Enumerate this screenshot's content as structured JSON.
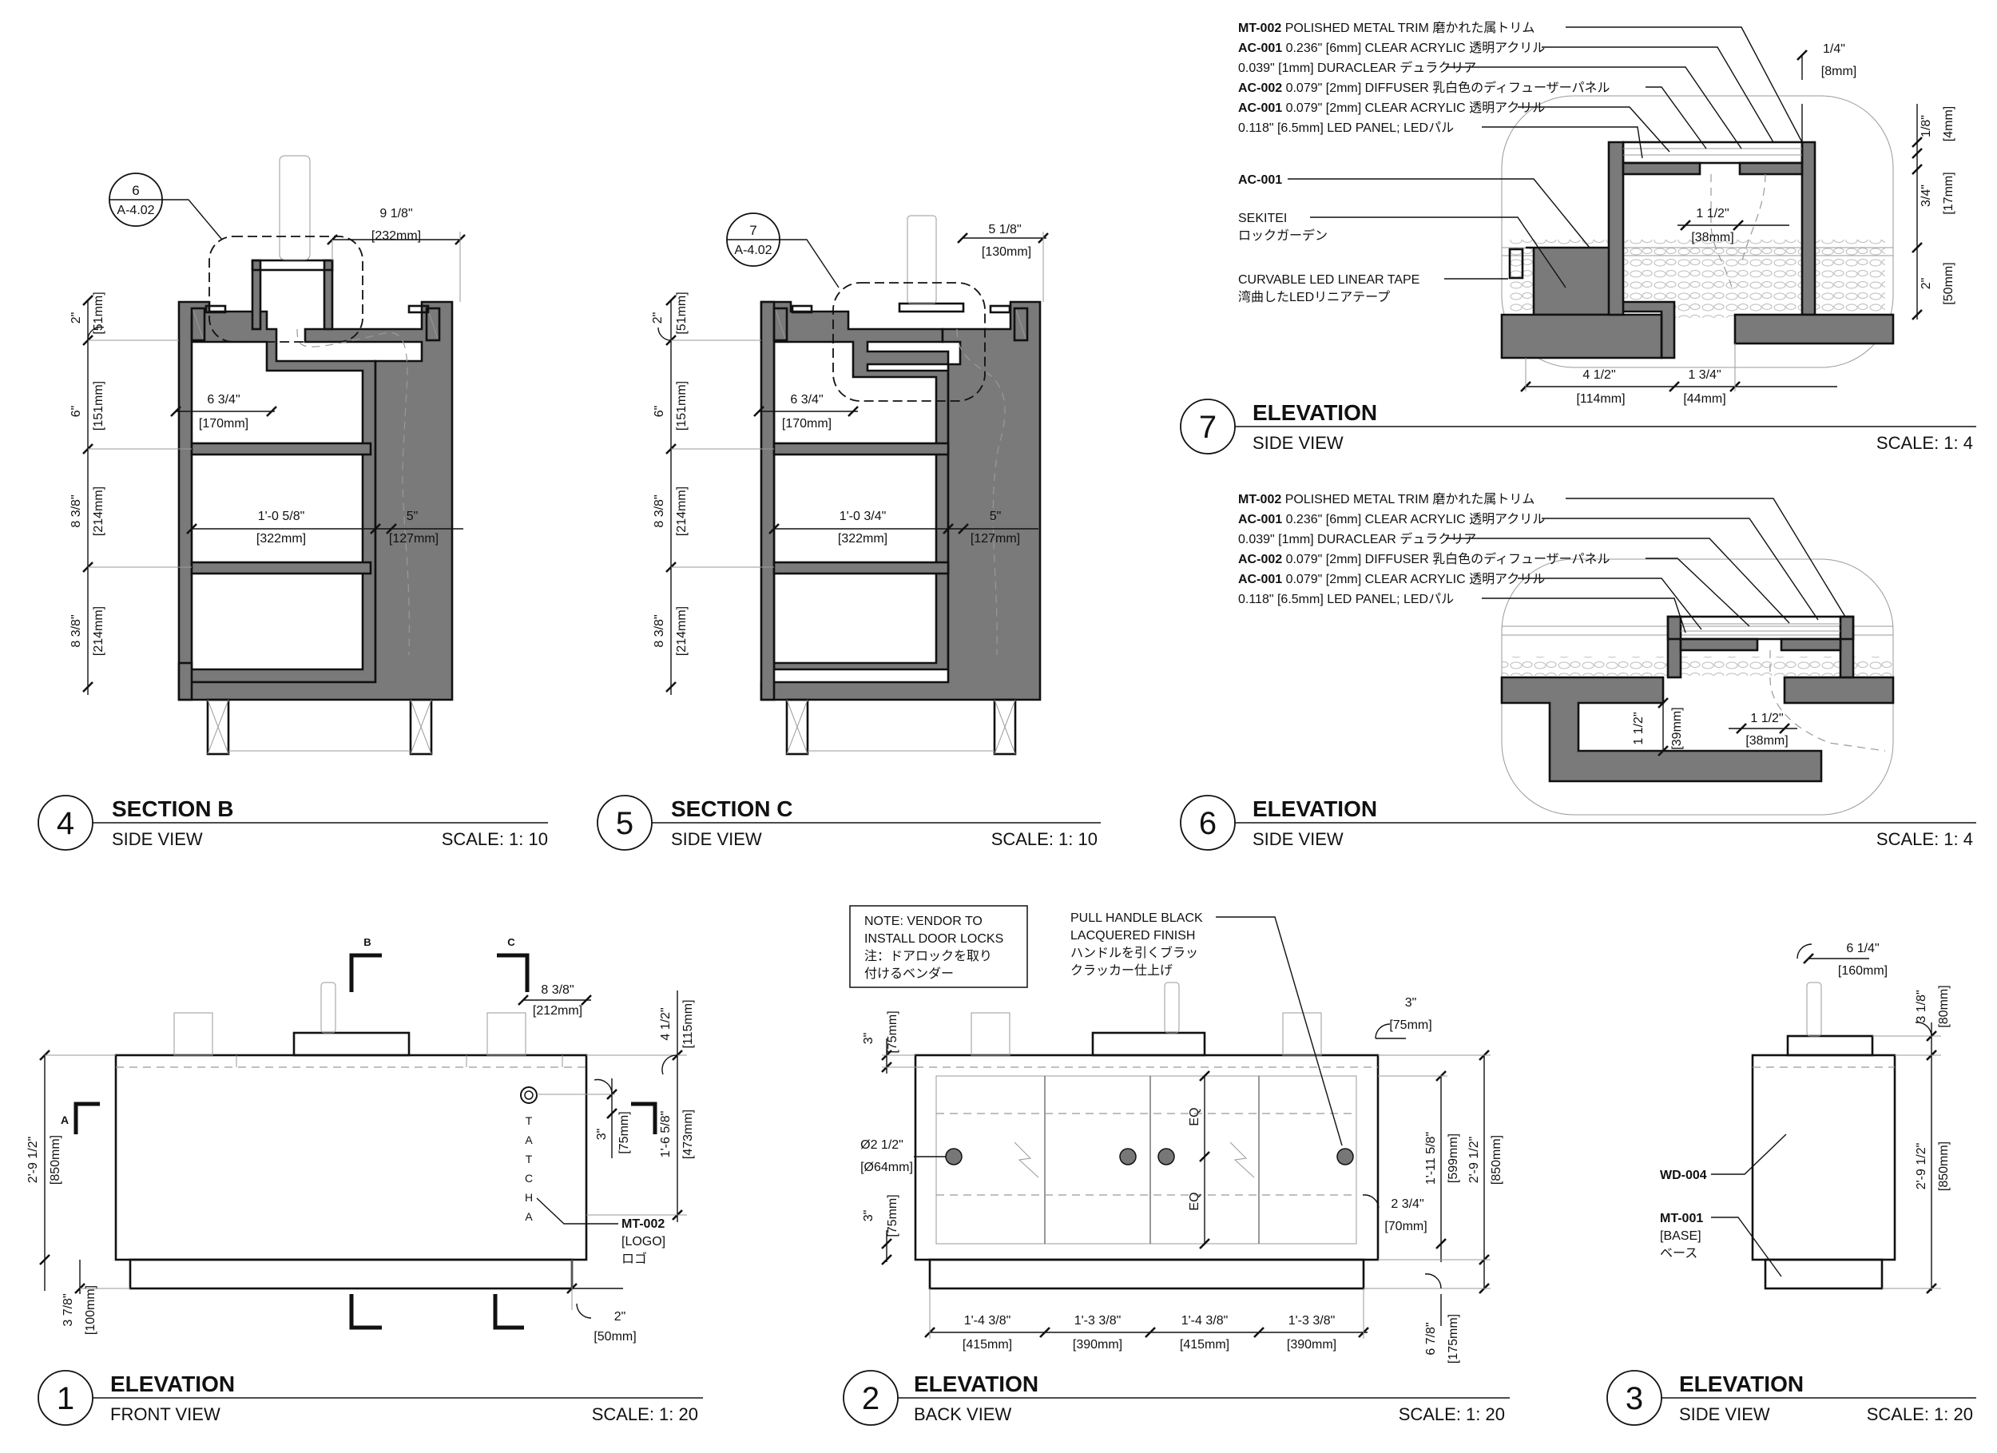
{
  "views": {
    "v1": {
      "number": "1",
      "title": "ELEVATION",
      "subtitle": "FRONT VIEW",
      "scale": "SCALE: 1: 20"
    },
    "v2": {
      "number": "2",
      "title": "ELEVATION",
      "subtitle": "BACK VIEW",
      "scale": "SCALE: 1: 20"
    },
    "v3": {
      "number": "3",
      "title": "ELEVATION",
      "subtitle": "SIDE VIEW",
      "scale": "SCALE: 1: 20"
    },
    "v4": {
      "number": "4",
      "title": "SECTION B",
      "subtitle": "SIDE VIEW",
      "scale": "SCALE: 1: 10"
    },
    "v5": {
      "number": "5",
      "title": "SECTION C",
      "subtitle": "SIDE VIEW",
      "scale": "SCALE: 1: 10"
    },
    "v6": {
      "number": "6",
      "title": "ELEVATION",
      "subtitle": "SIDE VIEW",
      "scale": "SCALE: 1: 4"
    },
    "v7": {
      "number": "7",
      "title": "ELEVATION",
      "subtitle": "SIDE VIEW",
      "scale": "SCALE: 1: 4"
    }
  },
  "callouts": {
    "c6": {
      "num": "6",
      "sheet": "A-4.02"
    },
    "c7": {
      "num": "7",
      "sheet": "A-4.02"
    }
  },
  "section_marks": {
    "a": "A",
    "b": "B",
    "c": "C"
  },
  "logo_letters": [
    "T",
    "A",
    "T",
    "C",
    "H",
    "A"
  ],
  "dims": {
    "s4_top_w": "9 1/8\"",
    "s4_top_w_mm": "[232mm]",
    "s4_h1": "2\"",
    "s4_h1_mm": "[51mm]",
    "s4_h2": "6\"",
    "s4_h2_mm": "[151mm]",
    "s4_h3": "8 3/8\"",
    "s4_h3_mm": "[214mm]",
    "s4_h4": "8 3/8\"",
    "s4_h4_mm": "[214mm]",
    "s4_w1": "6 3/4\"",
    "s4_w1_mm": "[170mm]",
    "s4_w2": "1'-0 5/8\"",
    "s4_w2_mm": "[322mm]",
    "s4_w3": "5\"",
    "s4_w3_mm": "[127mm]",
    "s5_top_w": "5 1/8\"",
    "s5_top_w_mm": "[130mm]",
    "s5_h1": "2\"",
    "s5_h1_mm": "[51mm]",
    "s5_h2": "6\"",
    "s5_h2_mm": "[151mm]",
    "s5_h3": "8 3/8\"",
    "s5_h3_mm": "[214mm]",
    "s5_h4": "8 3/8\"",
    "s5_h4_mm": "[214mm]",
    "s5_w1": "6 3/4\"",
    "s5_w1_mm": "[170mm]",
    "s5_w2": "1'-0 3/4\"",
    "s5_w2_mm": "[322mm]",
    "s5_w3": "5\"",
    "s5_w3_mm": "[127mm]",
    "e7_top": "1/4\"",
    "e7_top_mm": "[8mm]",
    "e7_r1": "1/8\"",
    "e7_r1_mm": "[4mm]",
    "e7_r2": "3/4\"",
    "e7_r2_mm": "[17mm]",
    "e7_r3": "2\"",
    "e7_r3_mm": "[50mm]",
    "e7_w_mid": "1 1/2\"",
    "e7_w_mid_mm": "[38mm]",
    "e7_b1": "4 1/2\"",
    "e7_b1_mm": "[114mm]",
    "e7_b2": "1 3/4\"",
    "e7_b2_mm": "[44mm]",
    "e6_h": "1 1/2\"",
    "e6_h_mm": "[39mm]",
    "e6_w": "1 1/2\"",
    "e6_w_mm": "[38mm]",
    "e1_top": "8 3/8\"",
    "e1_top_mm": "[212mm]",
    "e1_r1": "4 1/2\"",
    "e1_r1_mm": "[115mm]",
    "e1_r2": "3\"",
    "e1_r2_mm": "[75mm]",
    "e1_r3": "1'-6 5/8\"",
    "e1_r3_mm": "[473mm]",
    "e1_left": "2'-9 1/2\"",
    "e1_left_mm": "[850mm]",
    "e1_base": "3 7/8\"",
    "e1_base_mm": "[100mm]",
    "e1_bot": "2\"",
    "e1_bot_mm": "[50mm]",
    "e2_l1": "3\"",
    "e2_l1_mm": "[75mm]",
    "e2_l2": "3\"",
    "e2_l2_mm": "[75mm]",
    "e2_handle": "Ø2 1/2\"",
    "e2_handle_mm": "[Ø64mm]",
    "e2_top": "3\"",
    "e2_top_mm": "[75mm]",
    "e2_eq1": "EQ",
    "e2_eq2": "EQ",
    "e2_r1": "1'-11 5/8\"",
    "e2_r1_mm": "[599mm]",
    "e2_r2": "2'-9 1/2\"",
    "e2_r2_mm": "[850mm]",
    "e2_r3": "2 3/4\"",
    "e2_r3_mm": "[70mm]",
    "e2_r4": "6 7/8\"",
    "e2_r4_mm": "[175mm]",
    "e2_b1": "1'-4 3/8\"",
    "e2_b1_mm": "[415mm]",
    "e2_b2": "1'-3 3/8\"",
    "e2_b2_mm": "[390mm]",
    "e2_b3": "1'-4 3/8\"",
    "e2_b3_mm": "[415mm]",
    "e2_b4": "1'-3 3/8\"",
    "e2_b4_mm": "[390mm]",
    "e3_top": "6 1/4\"",
    "e3_top_mm": "[160mm]",
    "e3_r1": "3 1/8\"",
    "e3_r1_mm": "[80mm]",
    "e3_r2": "2'-9 1/2\"",
    "e3_r2_mm": "[850mm]"
  },
  "notes": {
    "e7": [
      {
        "code": "MT-002",
        "text": " POLISHED METAL TRIM 磨かれた属トリム"
      },
      {
        "code": "AC-001",
        "text": " 0.236\" [6mm] CLEAR ACRYLIC 透明アクリル"
      },
      {
        "code": "",
        "text": "0.039\" [1mm] DURACLEAR デュラクリア"
      },
      {
        "code": "AC-002",
        "text": " 0.079\" [2mm] DIFFUSER 乳白色のディフューザーパネル"
      },
      {
        "code": "AC-001",
        "text": " 0.079\" [2mm] CLEAR ACRYLIC 透明アクリル"
      },
      {
        "code": "",
        "text": "0.118\" [6.5mm] LED PANEL; LEDパル"
      }
    ],
    "e7_ac001": "AC-001",
    "e7_sekitei": "SEKITEI",
    "e7_rock": "ロックガーデン",
    "e7_tape": "CURVABLE LED LINEAR TAPE",
    "e7_tape_jp": "湾曲したLEDリニアテープ",
    "e6": [
      {
        "code": "MT-002",
        "text": " POLISHED METAL TRIM 磨かれた属トリム"
      },
      {
        "code": "AC-001",
        "text": " 0.236\" [6mm] CLEAR ACRYLIC 透明アクリル"
      },
      {
        "code": "",
        "text": "0.039\" [1mm] DURACLEAR デュラクリア"
      },
      {
        "code": "AC-002",
        "text": " 0.079\" [2mm] DIFFUSER 乳白色のディフューザーパネル"
      },
      {
        "code": "AC-001",
        "text": " 0.079\" [2mm] CLEAR ACRYLIC 透明アクリル"
      },
      {
        "code": "",
        "text": "0.118\" [6.5mm] LED PANEL; LEDパル"
      }
    ],
    "e1_logo": "MT-002",
    "e1_logo2": "[LOGO]",
    "e1_logo3": "ロゴ",
    "e2_vendor": [
      "NOTE: VENDOR TO",
      "INSTALL DOOR LOCKS",
      "注：ドアロックを取り",
      "付けるベンダー"
    ],
    "e2_handle": [
      "PULL HANDLE BLACK",
      "LACQUERED FINISH",
      "ハンドルを引くブラッ",
      "クラッカー仕上げ"
    ],
    "e3_wd": "WD-004",
    "e3_mt": "MT-001",
    "e3_base": "[BASE]",
    "e3_base_jp": "ベース"
  },
  "colors": {
    "wall_fill": "#7a7a7a",
    "line": "#111111",
    "hidden": "#999999"
  }
}
